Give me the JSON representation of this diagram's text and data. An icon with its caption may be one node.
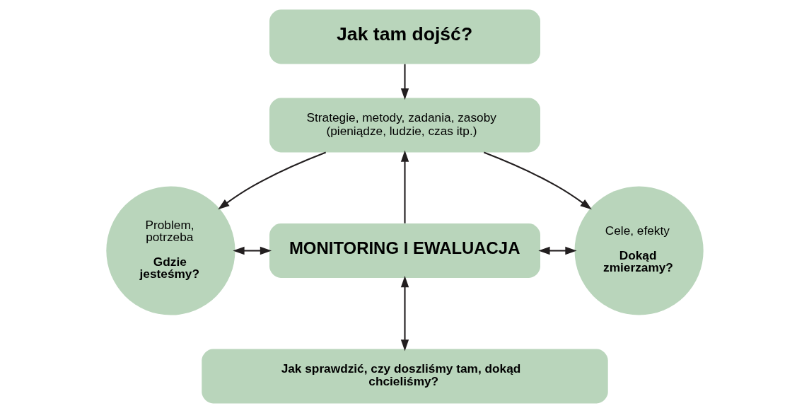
{
  "diagram": {
    "nodes": [
      {
        "text": [
          "Jak tam dojść?"
        ]
      },
      {
        "text": [
          "Strategie, metody, zadania, zasoby (pieniądze, ludzie, czas itp.)"
        ]
      },
      {
        "text": [
          "Problem, potrzeba",
          "Gdzie jesteśmy?"
        ]
      },
      {
        "text": [
          "MONITORING I EWALUACJA"
        ]
      },
      {
        "text": [
          "Cele, efekty",
          "Dokąd zmierzamy?"
        ]
      },
      {
        "text": [
          "Jak sprawdzić, czy doszliśmy tam, dokąd chcieliśmy?"
        ]
      }
    ],
    "edges": [
      {
        "from": 0,
        "to": 1,
        "arrow": "to"
      },
      {
        "from": 1,
        "to": 2,
        "arrow": "to"
      },
      {
        "from": 1,
        "to": 4,
        "arrow": "to"
      },
      {
        "from": 3,
        "to": 1,
        "arrow": "to"
      },
      {
        "from": 2,
        "to": 3,
        "arrow": "both"
      },
      {
        "from": 3,
        "to": 4,
        "arrow": "both"
      },
      {
        "from": 3,
        "to": 5,
        "arrow": "both"
      }
    ]
  }
}
